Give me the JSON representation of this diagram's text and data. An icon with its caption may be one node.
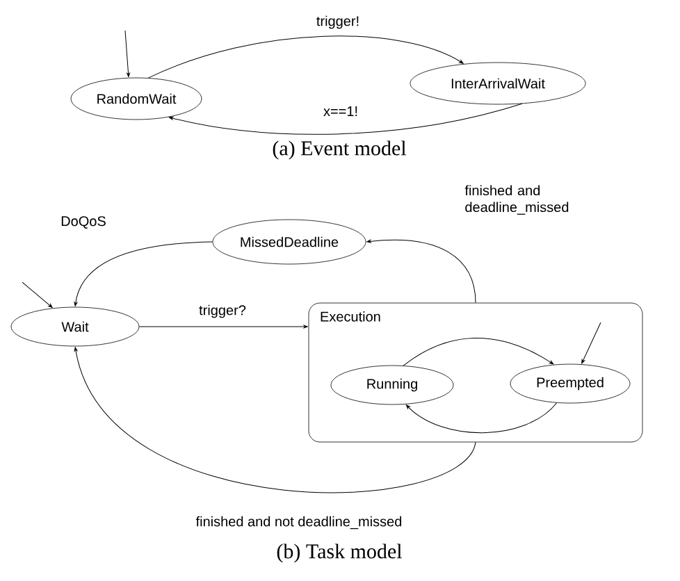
{
  "diagram": {
    "nodes": [
      {
        "text": [
          "RandomWait"
        ]
      },
      {
        "text": [
          "InterArrivalWait"
        ]
      },
      {
        "text": [
          "MissedDeadline"
        ]
      },
      {
        "text": [
          "Wait"
        ]
      },
      {
        "text": [
          "Execution"
        ]
      },
      {
        "text": [
          "Running"
        ],
        "in": 4
      },
      {
        "text": [
          "Preempted"
        ],
        "in": 4
      }
    ],
    "edges": [
      {
        "from": null,
        "to": 0,
        "arrow": "to"
      },
      {
        "from": 0,
        "to": 1,
        "arrow": "to",
        "label": "trigger!"
      },
      {
        "from": 1,
        "to": 0,
        "arrow": "to",
        "label": "x==1!"
      },
      {
        "from": 4,
        "to": 2,
        "arrow": "to",
        "label": "finished and deadline_missed"
      },
      {
        "from": 2,
        "to": 3,
        "arrow": "to",
        "label": "DoQoS"
      },
      {
        "from": null,
        "to": 3,
        "arrow": "to"
      },
      {
        "from": 3,
        "to": 4,
        "arrow": "to",
        "label": "trigger?"
      },
      {
        "from": null,
        "to": 6,
        "arrow": "to"
      },
      {
        "from": 5,
        "to": 6,
        "arrow": "to"
      },
      {
        "from": 6,
        "to": 5,
        "arrow": "to"
      },
      {
        "from": 4,
        "to": 3,
        "arrow": "to",
        "label": "finished and not deadline_missed"
      }
    ],
    "labels": [
      "(a) Event model",
      "(b) Task model"
    ]
  }
}
